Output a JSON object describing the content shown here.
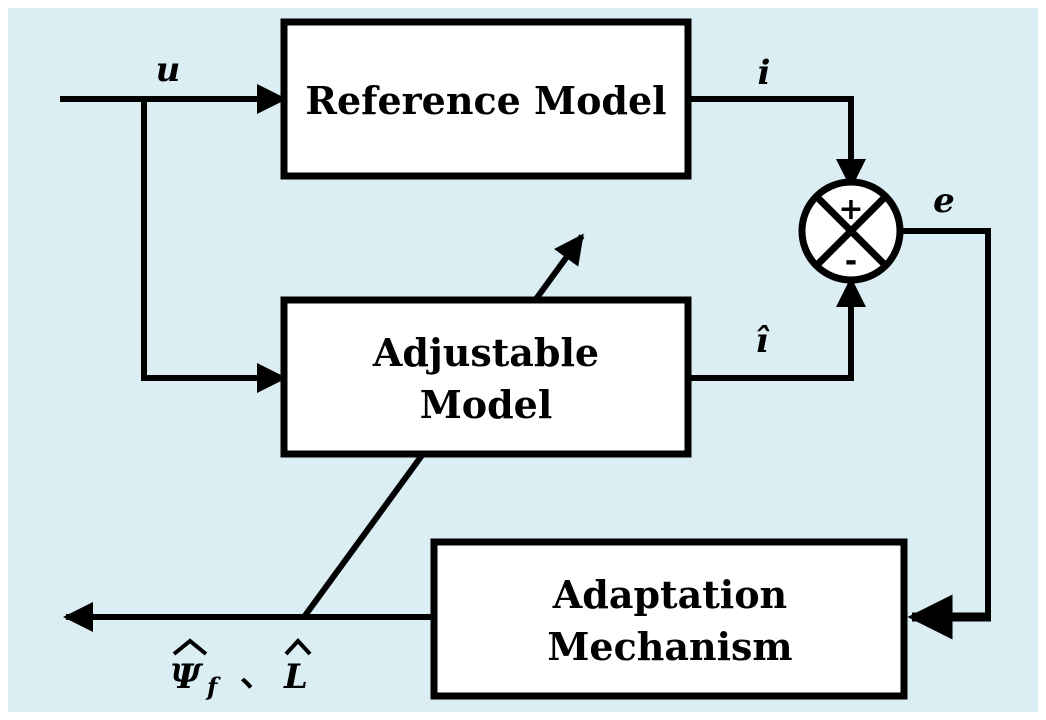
{
  "colors": {
    "background": "#daeef3",
    "stroke": "#000000",
    "block_fill": "#ffffff"
  },
  "blocks": {
    "reference_model": {
      "label": "Reference Model"
    },
    "adjustable_model": {
      "line1": "Adjustable",
      "line2": "Model"
    },
    "adaptation_mechanism": {
      "line1": "Adaptation",
      "line2": "Mechanism"
    }
  },
  "signals": {
    "input": "u",
    "reference_output": "i",
    "estimated_output": "î",
    "error": "e",
    "estimates_psi": "Ψ",
    "estimates_psi_sub": "f",
    "estimates_sep": "、",
    "estimates_l": "L"
  },
  "summing_junction": {
    "plus": "+",
    "minus": "-"
  }
}
